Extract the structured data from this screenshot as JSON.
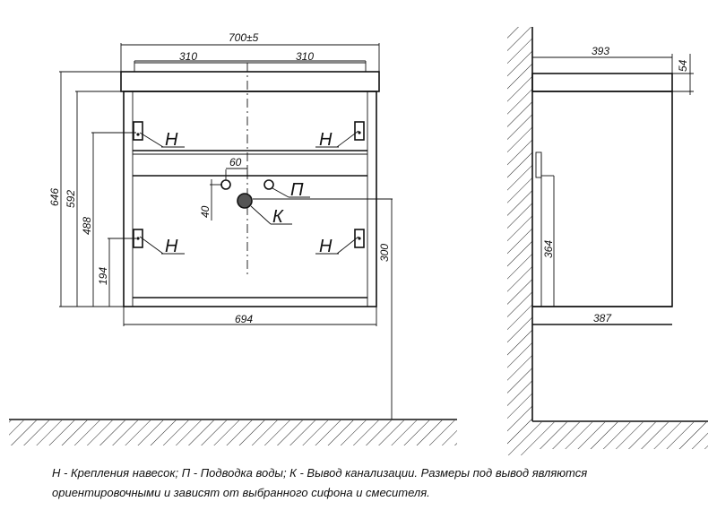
{
  "front_view": {
    "overall_width": "700±5",
    "half_left": "310",
    "half_right": "310",
    "inner_width": "694",
    "height_total": "646",
    "height_592": "592",
    "height_488": "488",
    "height_194": "194",
    "drain_height": "300",
    "pipe_spacing": "60",
    "pipe_offset": "40",
    "mark_H": "Н",
    "mark_P": "П",
    "mark_K": "К"
  },
  "side_view": {
    "top_depth": "393",
    "top_thickness": "54",
    "body_height": "364",
    "bottom_depth": "387"
  },
  "legend": {
    "line1": "Н - Крепления навесок; П - Подводка воды; К - Вывод канализации. Размеры под вывод являются",
    "line2": "ориентировочными и зависят от выбранного сифона и смесителя."
  }
}
